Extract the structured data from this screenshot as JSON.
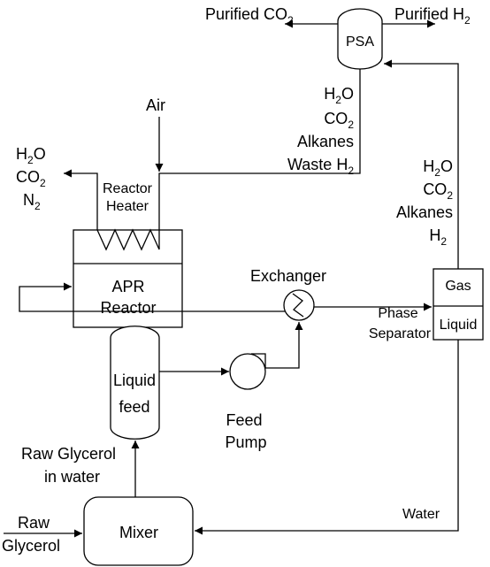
{
  "units": {
    "psa": "PSA",
    "apr_reactor_line1": "APR",
    "apr_reactor_line2": "Reactor",
    "reactor_heater_line1": "Reactor",
    "reactor_heater_line2": "Heater",
    "exchanger": "Exchanger",
    "phase_separator_line1": "Phase",
    "phase_separator_line2": "Separator",
    "gas": "Gas",
    "liquid": "Liquid",
    "liquid_feed_line1": "Liquid",
    "liquid_feed_line2": "feed",
    "feed_pump_line1": "Feed",
    "feed_pump_line2": "Pump",
    "mixer": "Mixer"
  },
  "streams": {
    "purified_co2_base": "Purified CO",
    "purified_co2_sub": "2",
    "purified_h2_base": "Purified H",
    "purified_h2_sub": "2",
    "air": "Air",
    "psa_waste": {
      "h2o_base": "H",
      "h2o_sub": "2",
      "h2o_tail": "O",
      "co2_base": "CO",
      "co2_sub": "2",
      "alkanes": "Alkanes",
      "waste_h2_base": "Waste H",
      "waste_h2_sub": "2"
    },
    "flue": {
      "h2o_base": "H",
      "h2o_sub": "2",
      "h2o_tail": "O",
      "co2_base": "CO",
      "co2_sub": "2",
      "n2_base": "N",
      "n2_sub": "2"
    },
    "gas_out": {
      "h2o_base": "H",
      "h2o_sub": "2",
      "h2o_tail": "O",
      "co2_base": "CO",
      "co2_sub": "2",
      "alkanes": "Alkanes",
      "h2_base": "H",
      "h2_sub": "2"
    },
    "raw_glycerol_water_line1": "Raw Glycerol",
    "raw_glycerol_water_line2": "in water",
    "raw_glycerol_line1": "Raw",
    "raw_glycerol_line2": "Glycerol",
    "water": "Water"
  }
}
